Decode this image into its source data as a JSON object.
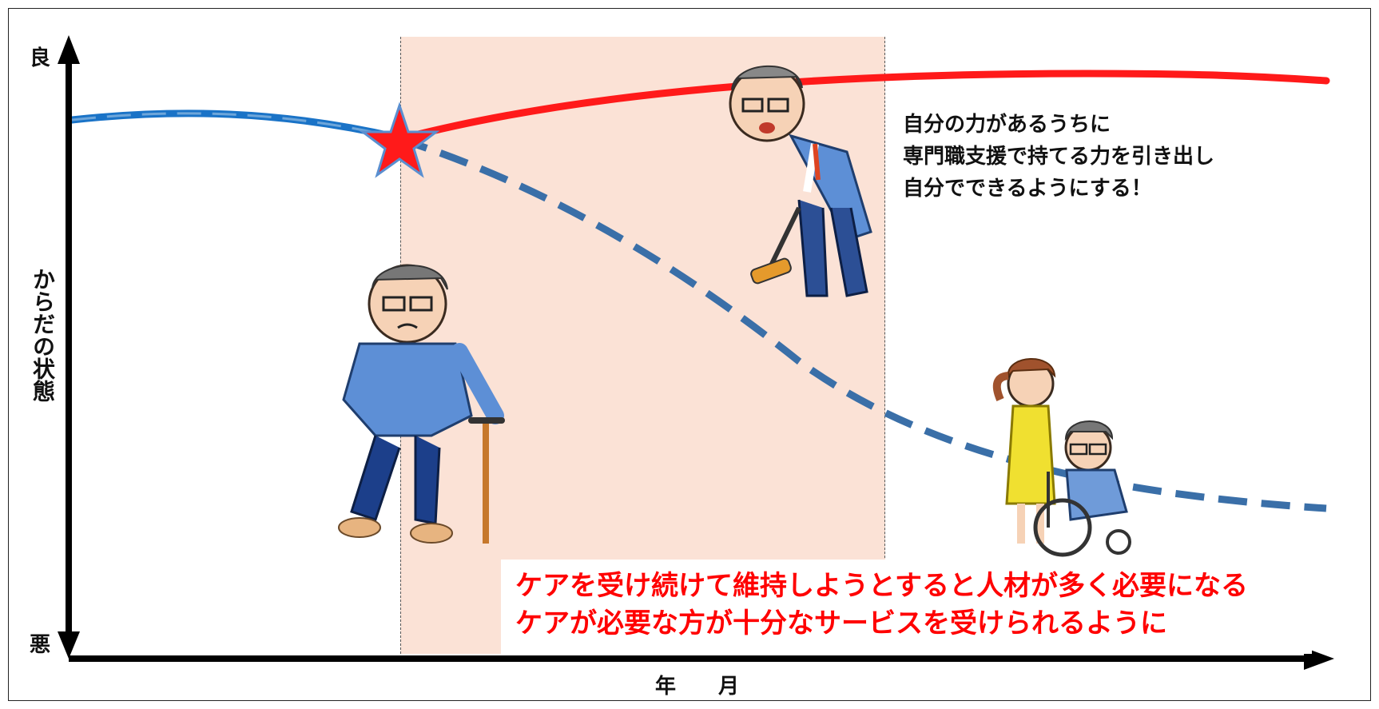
{
  "axes": {
    "y_top": "良",
    "y_bottom": "悪",
    "y_label": "からだの状態",
    "x_label": "年 月"
  },
  "note": {
    "line1": "自分の力があるうちに",
    "line2": "専門職支援で持てる力を引き出し",
    "line3": "自分でできるようにする！"
  },
  "callout": {
    "line1": "ケアを受け続けて維持しようとすると人材が多く必要になる",
    "line2": "ケアが必要な方が十分なサービスを受けられるように"
  },
  "colors": {
    "improved_line": "#ff0000",
    "baseline_line": "#1a73c7",
    "declining_line": "#3a6fa8",
    "intervention_band": "#fbe2d6",
    "callout_text": "#ff0000",
    "star": "#ff0000"
  },
  "icons": {
    "star": "intervention-star-icon",
    "person_cane": "elderly-man-with-cane-icon",
    "person_golf": "elderly-man-playing-gateball-icon",
    "person_wheelchair": "caregiver-with-wheelchair-icon"
  }
}
